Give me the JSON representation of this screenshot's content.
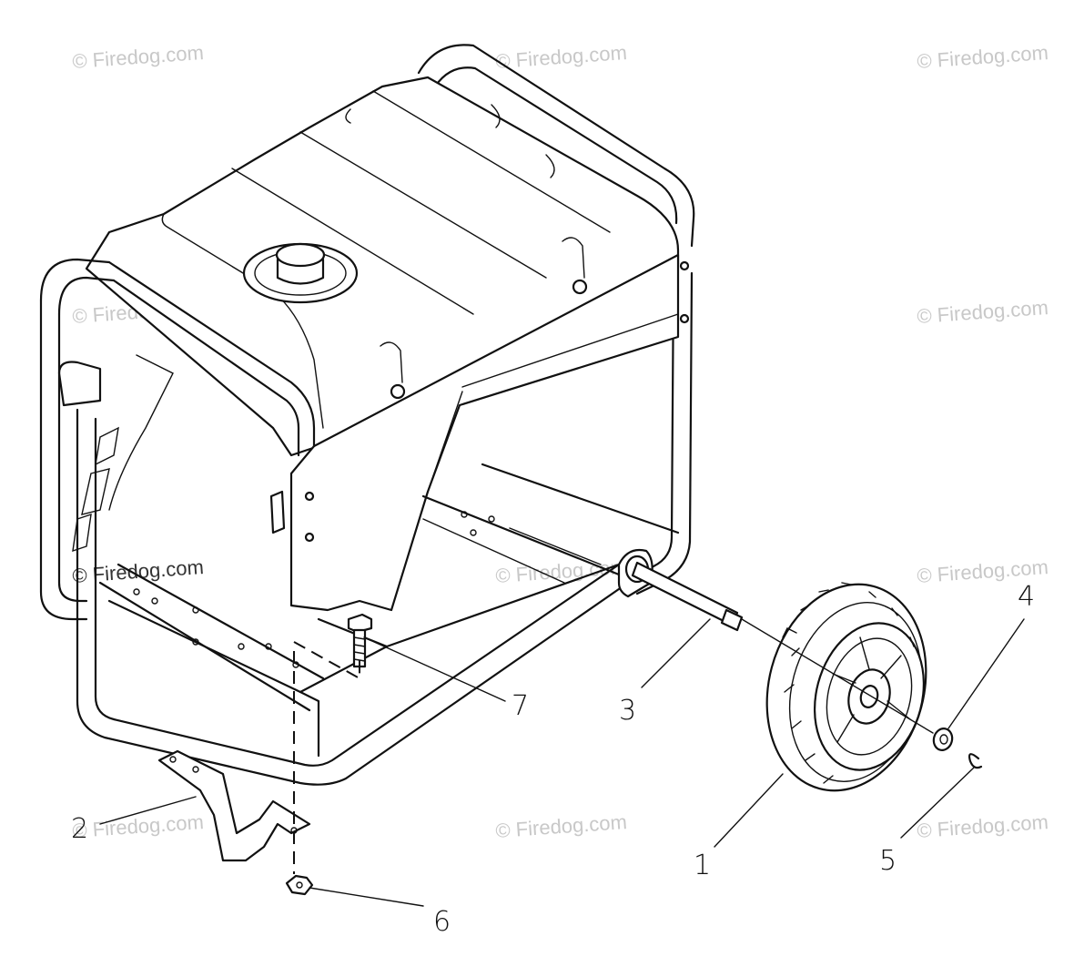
{
  "watermark_text": "© Firedog.com",
  "callouts": [
    {
      "id": "1",
      "label": "1"
    },
    {
      "id": "2",
      "label": "2"
    },
    {
      "id": "3",
      "label": "3"
    },
    {
      "id": "4",
      "label": "4"
    },
    {
      "id": "5",
      "label": "5"
    },
    {
      "id": "6",
      "label": "6"
    },
    {
      "id": "7",
      "label": "7"
    }
  ],
  "colors": {
    "line": "#111111",
    "background": "#ffffff",
    "watermark": "#c8c8c8"
  }
}
